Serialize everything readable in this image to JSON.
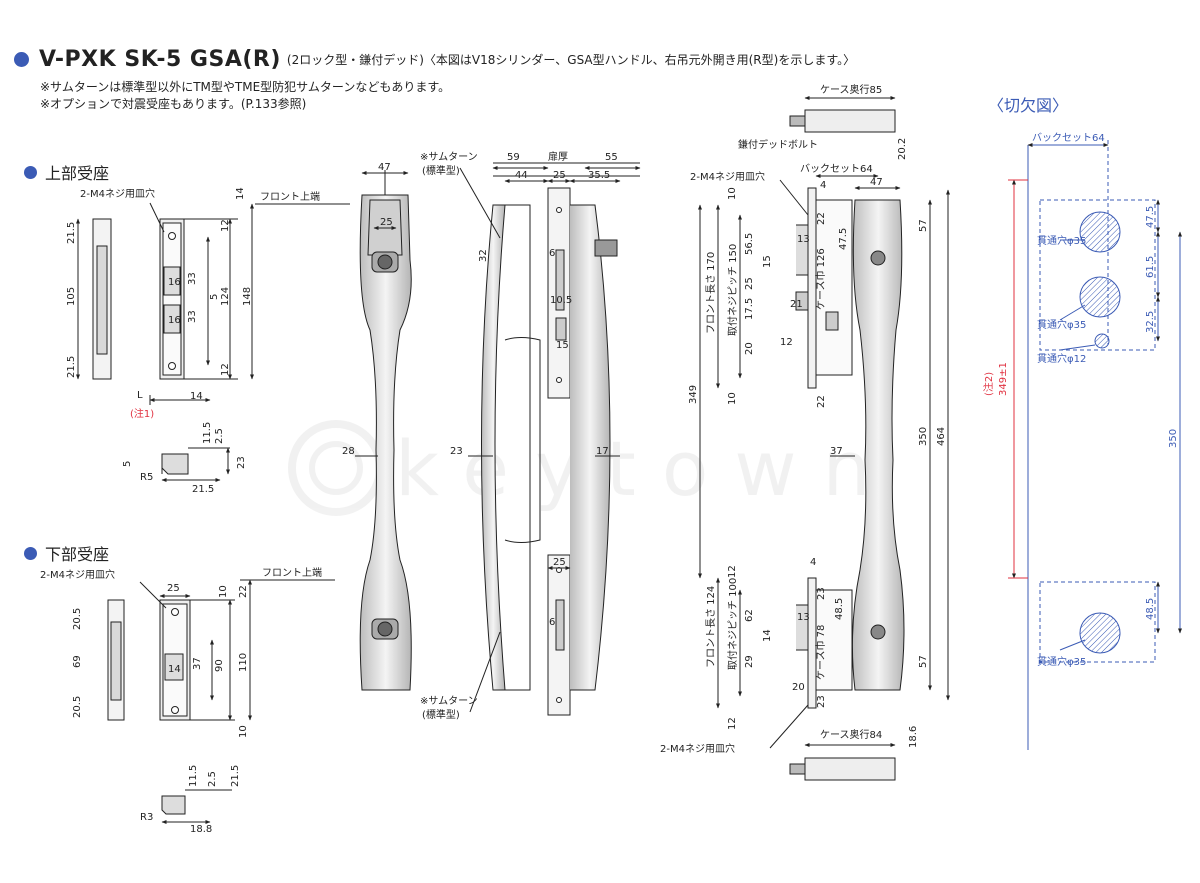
{
  "header": {
    "model": "V-PXK SK-5 GSA(R)",
    "subtitle": "(2ロック型・鎌付デッド)〈本図はV18シリンダー、GSA型ハンドル、右吊元外開き用(R型)を示します。〉",
    "note1": "※サムターンは標準型以外にTM型やTME型防犯サムターンなどもあります。",
    "note2": "※オプションで対震受座もあります。(P.133参照)"
  },
  "sections": {
    "upper_strike": "上部受座",
    "lower_strike": "下部受座",
    "cutout": "〈切欠図〉"
  },
  "labels": {
    "screw_hole": "2-M4ネジ用皿穴",
    "front_top": "フロント上端",
    "thumbturn": "※サムターン",
    "thumbturn_std": "(標準型)",
    "door_thickness": "扉厚",
    "case_depth_85": "ケース奥行85",
    "case_depth_84": "ケース奥行84",
    "hook_bolt": "鎌付デッドボルト",
    "backset_64": "バックセット64",
    "front_len_170": "フロント長さ 170",
    "pitch_150": "取付ネジピッチ 150",
    "case_w_126": "ケース巾 126",
    "front_len_124": "フロント長さ 124",
    "pitch_100": "取付ネジピッチ 100",
    "case_w_78": "ケース巾 78",
    "note1_ref": "(注1)",
    "L": "L",
    "note2_ref": "(注2)",
    "dim_349": "349±1",
    "hole_35": "貫通穴φ35",
    "hole_12": "貫通穴φ12",
    "watermark": "keytown"
  },
  "dims": {
    "u_21_5a": "21.5",
    "u_105": "105",
    "u_21_5b": "21.5",
    "u_12a": "12",
    "u_16a": "16",
    "u_33a": "33",
    "u_5": "5",
    "u_124": "124",
    "u_148": "148",
    "u_16b": "16",
    "u_33b": "33",
    "u_12b": "12",
    "u_14": "14",
    "us_11_5": "11.5",
    "us_2_5": "2.5",
    "us_5": "5",
    "us_23": "23",
    "us_r5": "R5",
    "us_21_5": "21.5",
    "l_25": "25",
    "l_10a": "10",
    "l_22": "22",
    "l_20_5a": "20.5",
    "l_69": "69",
    "l_20_5b": "20.5",
    "l_14": "14",
    "l_37": "37",
    "l_90": "90",
    "l_110": "110",
    "l_10b": "10",
    "ls_11_5": "11.5",
    "ls_2_5": "2.5",
    "ls_21_5": "21.5",
    "ls_r3": "R3",
    "ls_18_8": "18.8",
    "h_47": "47",
    "h_14": "14",
    "h_25": "25",
    "h_28": "28",
    "s_59": "59",
    "s_55": "55",
    "s_44": "44",
    "s_25": "25",
    "s_35_5": "35.5",
    "s_32": "32",
    "s_6a": "6",
    "s_10_5": "10.5",
    "s_15": "15",
    "s_23": "23",
    "s_17": "17",
    "s_25b": "25",
    "s_6b": "6",
    "m_20_2": "20.2",
    "m_4a": "4",
    "m_47": "47",
    "m_10a": "10",
    "m_22a": "22",
    "m_56_5": "56.5",
    "m_13a": "13",
    "m_47_5": "47.5",
    "m_15": "15",
    "m_25": "25",
    "m_17_5": "17.5",
    "m_21": "21",
    "m_20a": "20",
    "m_12a": "12",
    "m_10b": "10",
    "m_22b": "22",
    "m_349": "349",
    "m_37": "37",
    "m_350": "350",
    "m_464": "464",
    "m_57a": "57",
    "m_4b": "4",
    "m_12b": "12",
    "m_23a": "23",
    "m_13b": "13",
    "m_62": "62",
    "m_48_5": "48.5",
    "m_14": "14",
    "m_29": "29",
    "m_20b": "20",
    "m_23b": "23",
    "m_12c": "12",
    "m_57b": "57",
    "m_18_6": "18.6",
    "c_47_5": "47.5",
    "c_61_5": "61.5",
    "c_32_5": "32.5",
    "c_350": "350",
    "c_48_5": "48.5"
  },
  "colors": {
    "accent": "#3b5bb5",
    "note": "#e0303f",
    "line": "#222222"
  }
}
